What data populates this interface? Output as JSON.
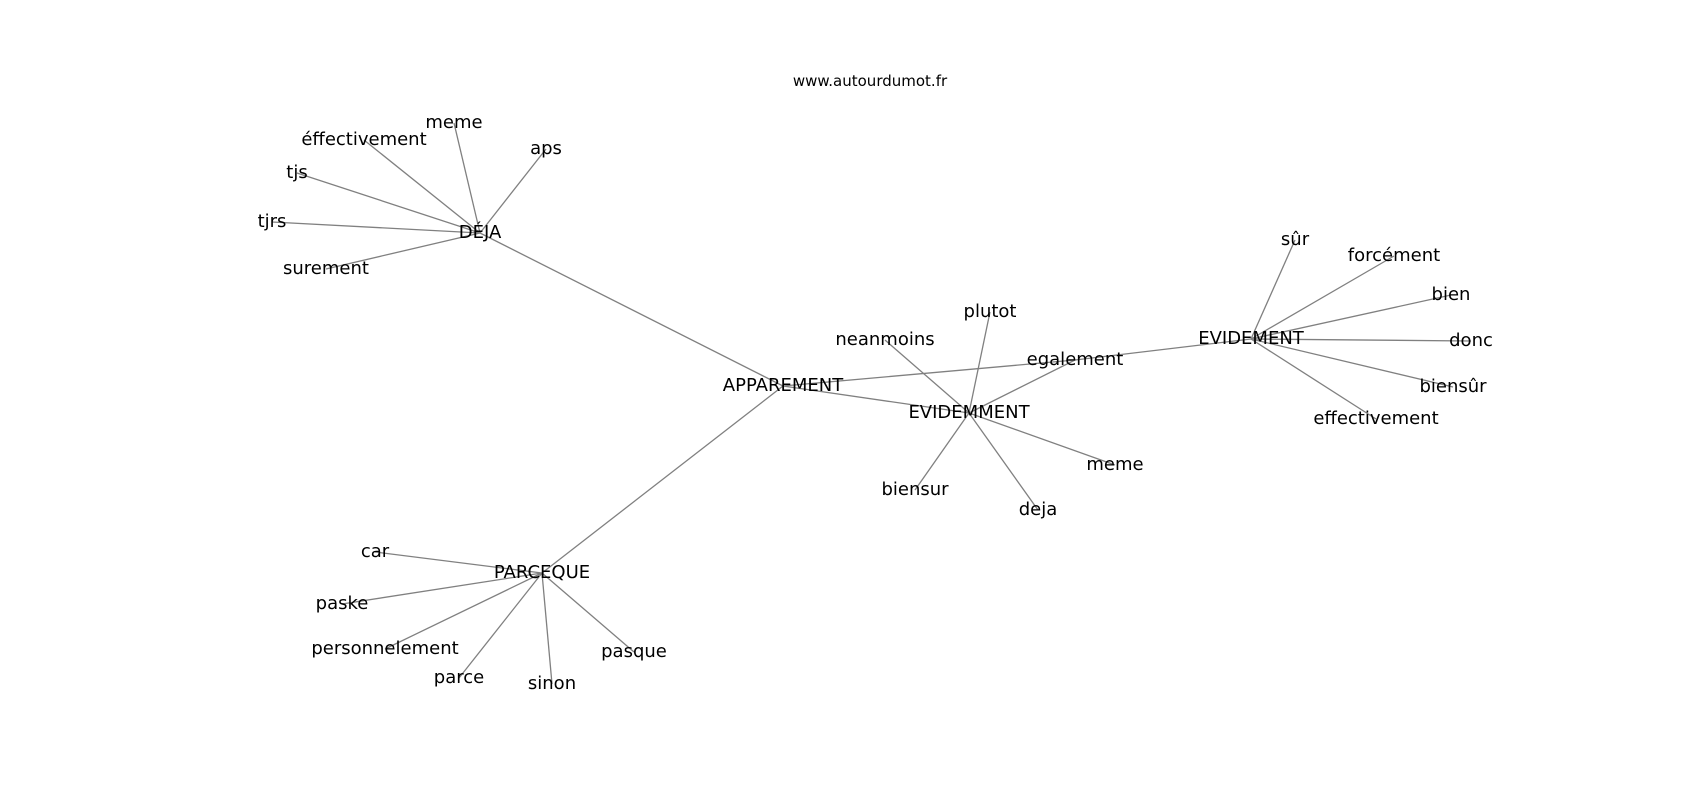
{
  "site": {
    "title": "www.autourdumot.fr"
  },
  "graph": {
    "nodes": [
      {
        "id": "apparement",
        "label": "APPAREMENT"
      },
      {
        "id": "deja_hub",
        "label": "DÉJA"
      },
      {
        "id": "parceque",
        "label": "PARCEQUE"
      },
      {
        "id": "evidemment",
        "label": "EVIDEMMENT"
      },
      {
        "id": "evidement",
        "label": "EVIDEMENT"
      },
      {
        "id": "egalement",
        "label": "egalement"
      },
      {
        "id": "effectivement_acc",
        "label": "éffectivement"
      },
      {
        "id": "meme_1",
        "label": "meme"
      },
      {
        "id": "aps",
        "label": "aps"
      },
      {
        "id": "tjs",
        "label": "tjs"
      },
      {
        "id": "tjrs",
        "label": "tjrs"
      },
      {
        "id": "surement",
        "label": "surement"
      },
      {
        "id": "car",
        "label": "car"
      },
      {
        "id": "paske",
        "label": "paske"
      },
      {
        "id": "personnelement",
        "label": "personnelement"
      },
      {
        "id": "parce",
        "label": "parce"
      },
      {
        "id": "sinon",
        "label": "sinon"
      },
      {
        "id": "pasque",
        "label": "pasque"
      },
      {
        "id": "neanmoins",
        "label": "neanmoins"
      },
      {
        "id": "plutot",
        "label": "plutot"
      },
      {
        "id": "biensur",
        "label": "biensur"
      },
      {
        "id": "deja",
        "label": "deja"
      },
      {
        "id": "meme_2",
        "label": "meme"
      },
      {
        "id": "sur",
        "label": "sûr"
      },
      {
        "id": "forcement",
        "label": "forcément"
      },
      {
        "id": "bien",
        "label": "bien"
      },
      {
        "id": "donc",
        "label": "donc"
      },
      {
        "id": "biensur_circ",
        "label": "biensûr"
      },
      {
        "id": "effectivement",
        "label": "effectivement"
      }
    ],
    "edges": [
      [
        "apparement",
        "deja_hub"
      ],
      [
        "apparement",
        "parceque"
      ],
      [
        "apparement",
        "evidemment"
      ],
      [
        "apparement",
        "egalement"
      ],
      [
        "egalement",
        "evidement"
      ],
      [
        "deja_hub",
        "effectivement_acc"
      ],
      [
        "deja_hub",
        "meme_1"
      ],
      [
        "deja_hub",
        "aps"
      ],
      [
        "deja_hub",
        "tjs"
      ],
      [
        "deja_hub",
        "tjrs"
      ],
      [
        "deja_hub",
        "surement"
      ],
      [
        "parceque",
        "car"
      ],
      [
        "parceque",
        "paske"
      ],
      [
        "parceque",
        "personnelement"
      ],
      [
        "parceque",
        "parce"
      ],
      [
        "parceque",
        "sinon"
      ],
      [
        "parceque",
        "pasque"
      ],
      [
        "evidemment",
        "neanmoins"
      ],
      [
        "evidemment",
        "plutot"
      ],
      [
        "evidemment",
        "egalement"
      ],
      [
        "evidemment",
        "biensur"
      ],
      [
        "evidemment",
        "deja"
      ],
      [
        "evidemment",
        "meme_2"
      ],
      [
        "evidement",
        "sur"
      ],
      [
        "evidement",
        "forcement"
      ],
      [
        "evidement",
        "bien"
      ],
      [
        "evidement",
        "donc"
      ],
      [
        "evidement",
        "biensur_circ"
      ],
      [
        "evidement",
        "effectivement"
      ]
    ]
  }
}
